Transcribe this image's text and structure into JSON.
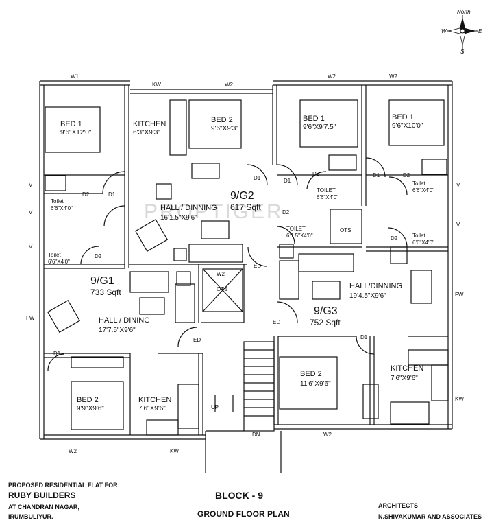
{
  "compass": {
    "north": "North",
    "south": "S",
    "east": "E",
    "west": "W"
  },
  "watermark": "PROPTIGER",
  "units": [
    {
      "id": "9/G1",
      "area": "733 Sqft"
    },
    {
      "id": "9/G2",
      "area": "617 Sqft"
    },
    {
      "id": "9/G3",
      "area": "752 Sqft"
    }
  ],
  "rooms": [
    {
      "name": "BED 1",
      "dim": "9'6\"X12'0\""
    },
    {
      "name": "KITCHEN",
      "dim": "6'3\"X9'3\""
    },
    {
      "name": "BED 2",
      "dim": "9'6\"X9'3\""
    },
    {
      "name": "BED 1",
      "dim": "9'6\"X9'7.5\""
    },
    {
      "name": "BED 1",
      "dim": "9'6\"X10'0\""
    },
    {
      "name": "Toilet",
      "dim": "6'6\"X4'0\""
    },
    {
      "name": "Toilet",
      "dim": "6'6\"X4'0\""
    },
    {
      "name": "Toilet",
      "dim": "6'6\"X4'0\""
    },
    {
      "name": "Toilet",
      "dim": "6'6\"X4'0\""
    },
    {
      "name": "TOILET",
      "dim": "6'6\"X4'0\""
    },
    {
      "name": "TOILET",
      "dim": "6'1.5\"X4'0\""
    },
    {
      "name": "HALL / DINNING",
      "dim": "16'1.5\"X9'6\""
    },
    {
      "name": "HALL/DINNING",
      "dim": "19'4.5\"X9'6\""
    },
    {
      "name": "HALL / DINING",
      "dim": "17'7.5\"X9'6\""
    },
    {
      "name": "BED 2",
      "dim": "11'6\"X9'6\""
    },
    {
      "name": "KITCHEN",
      "dim": "7'6\"X9'6\""
    },
    {
      "name": "BED 2",
      "dim": "9'9\"X9'6\""
    },
    {
      "name": "KITCHEN",
      "dim": "7'6\"X9'6\""
    }
  ],
  "tags": {
    "w1": "W1",
    "w2": "W2",
    "kw": "KW",
    "fw": "FW",
    "v": "V",
    "d1": "D1",
    "d2": "D2",
    "ed": "ED",
    "ots": "OTS",
    "up": "UP",
    "dn": "DN"
  },
  "footer": {
    "proposed": "PROPOSED RESIDENTIAL FLAT FOR",
    "client": "RUBY BUILDERS",
    "address1": "AT CHANDRAN NAGAR,",
    "address2": "IRUMBULIYUR.",
    "block": "BLOCK - 9",
    "plan": "GROUND FLOOR PLAN",
    "architects": "ARCHITECTS",
    "firm": "N.SHIVAKUMAR AND ASSOCIATES"
  }
}
